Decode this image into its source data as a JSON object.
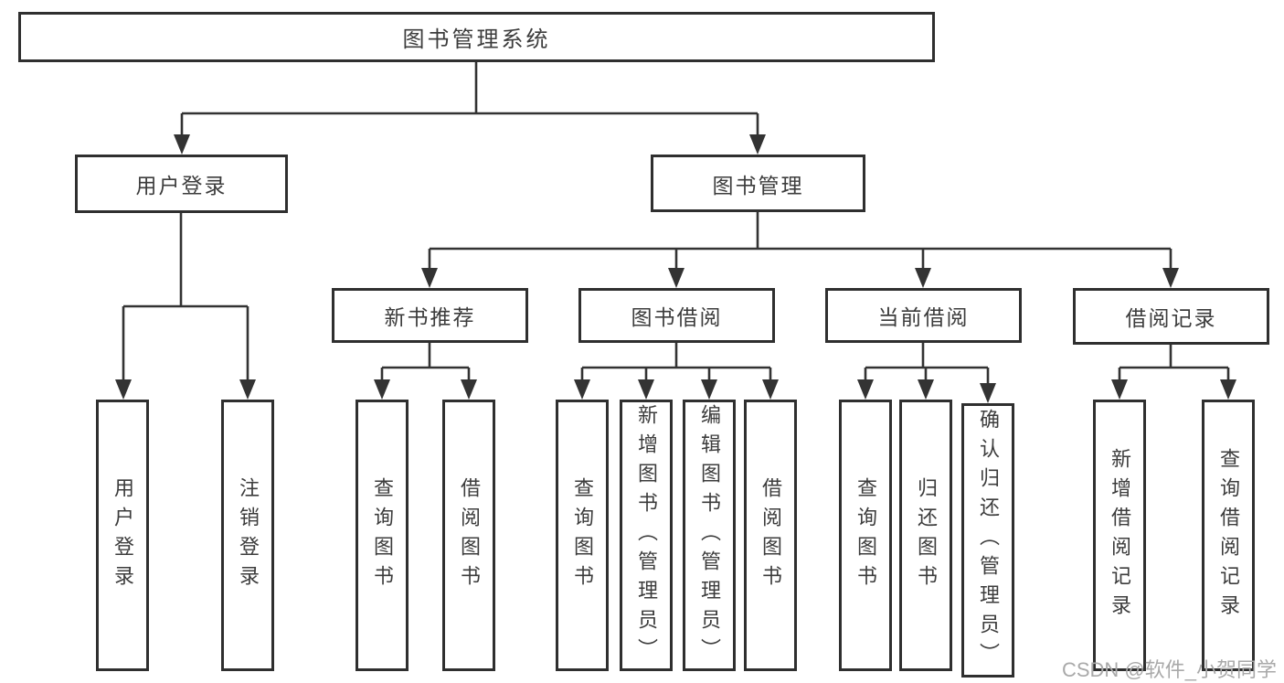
{
  "colors": {
    "line": "#333333",
    "box-border": "#2f2f2f",
    "text": "#3c3c3c",
    "watermark": "#a9a9a9",
    "background": "#ffffff"
  },
  "tree": {
    "label": "图书管理系统",
    "children": [
      {
        "label": "用户登录",
        "children": [
          {
            "label": "用户登录"
          },
          {
            "label": "注销登录"
          }
        ]
      },
      {
        "label": "图书管理",
        "children": [
          {
            "label": "新书推荐",
            "children": [
              {
                "label": "查询图书"
              },
              {
                "label": "借阅图书"
              }
            ]
          },
          {
            "label": "图书借阅",
            "children": [
              {
                "label": "查询图书"
              },
              {
                "label": "新增图书（管理员）"
              },
              {
                "label": "编辑图书（管理员）"
              },
              {
                "label": "借阅图书"
              }
            ]
          },
          {
            "label": "当前借阅",
            "children": [
              {
                "label": "查询图书"
              },
              {
                "label": "归还图书"
              },
              {
                "label": "确认归还（管理员）"
              }
            ]
          },
          {
            "label": "借阅记录",
            "children": [
              {
                "label": "新增借阅记录"
              },
              {
                "label": "查询借阅记录"
              }
            ]
          }
        ]
      }
    ]
  },
  "watermark": {
    "text": "CSDN @软件_小贺同学"
  }
}
